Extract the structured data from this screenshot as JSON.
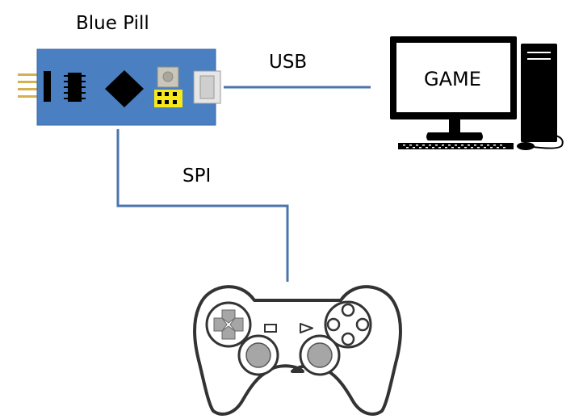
{
  "diagram": {
    "board_label": "Blue Pill",
    "usb_label": "USB",
    "spi_label": "SPI",
    "screen_label": "GAME"
  },
  "colors": {
    "board": "#4a7fc1",
    "board_edge": "#3a6aa6",
    "wire": "#4a74ad",
    "chip": "#000000",
    "jumper": "#f7e81b",
    "computer": "#000000",
    "gamepad_outline": "#333333",
    "gamepad_buttons": "#a6a6a6"
  },
  "icons": [
    "blue-pill-board-icon",
    "computer-icon",
    "gamepad-icon"
  ]
}
